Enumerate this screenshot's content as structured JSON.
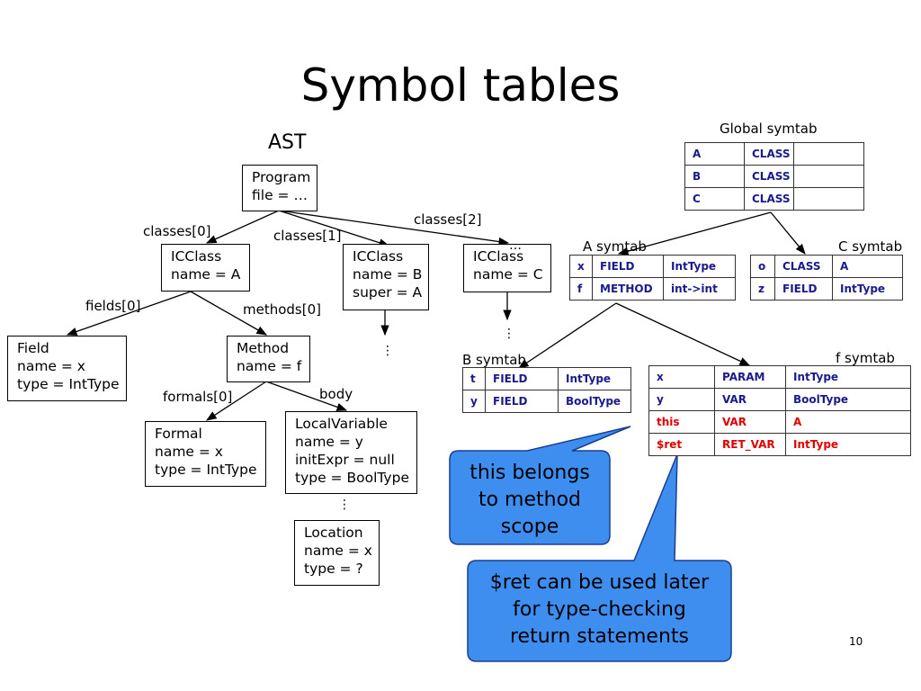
{
  "title": "Symbol tables",
  "ast_label": "AST",
  "page_number": "10",
  "ellipsis": "…",
  "vdots": "⋮",
  "nodes": {
    "program": [
      "Program",
      "file = …"
    ],
    "icclass_a": [
      "ICClass",
      "name = A"
    ],
    "icclass_b": [
      "ICClass",
      "name = B",
      "super = A"
    ],
    "icclass_c": [
      "ICClass",
      "name = C"
    ],
    "field": [
      "Field",
      "name = x",
      "type = IntType"
    ],
    "method": [
      "Method",
      "name = f"
    ],
    "formal": [
      "Formal",
      "name = x",
      "type = IntType"
    ],
    "local_variable": [
      "LocalVariable",
      "name = y",
      "initExpr = null",
      "type = BoolType"
    ],
    "location": [
      "Location",
      "name = x",
      "type = ?"
    ]
  },
  "edge_labels": {
    "classes0": "classes[0]",
    "classes1": "classes[1]",
    "classes2": "classes[2]",
    "fields0": "fields[0]",
    "methods0": "methods[0]",
    "formals0": "formals[0]",
    "body": "body"
  },
  "symtab_labels": {
    "global": "Global symtab",
    "a": "A symtab",
    "b": "B symtab",
    "c": "C symtab",
    "f": "f symtab"
  },
  "tables": {
    "global": [
      [
        "A",
        "CLASS",
        ""
      ],
      [
        "B",
        "CLASS",
        ""
      ],
      [
        "C",
        "CLASS",
        ""
      ]
    ],
    "a": [
      [
        "x",
        "FIELD",
        "IntType"
      ],
      [
        "f",
        "METHOD",
        "int->int"
      ]
    ],
    "c": [
      [
        "o",
        "CLASS",
        "A"
      ],
      [
        "z",
        "FIELD",
        "IntType"
      ]
    ],
    "b": [
      [
        "t",
        "FIELD",
        "IntType"
      ],
      [
        "y",
        "FIELD",
        "BoolType"
      ]
    ],
    "f": [
      [
        "x",
        "PARAM",
        "IntType"
      ],
      [
        "y",
        "VAR",
        "BoolType"
      ],
      [
        "this",
        "VAR",
        "A"
      ],
      [
        "$ret",
        "RET_VAR",
        "IntType"
      ]
    ]
  },
  "callouts": {
    "this_scope": [
      "this belongs",
      "to method",
      "scope"
    ],
    "ret_usage": [
      "$ret can be used later",
      "for type-checking",
      "return statements"
    ]
  },
  "colors": {
    "table_text": "#1a1a8c",
    "highlight_text": "#e00000",
    "callout_fill": "#3e8ef0",
    "callout_border": "#1b3f8f"
  }
}
